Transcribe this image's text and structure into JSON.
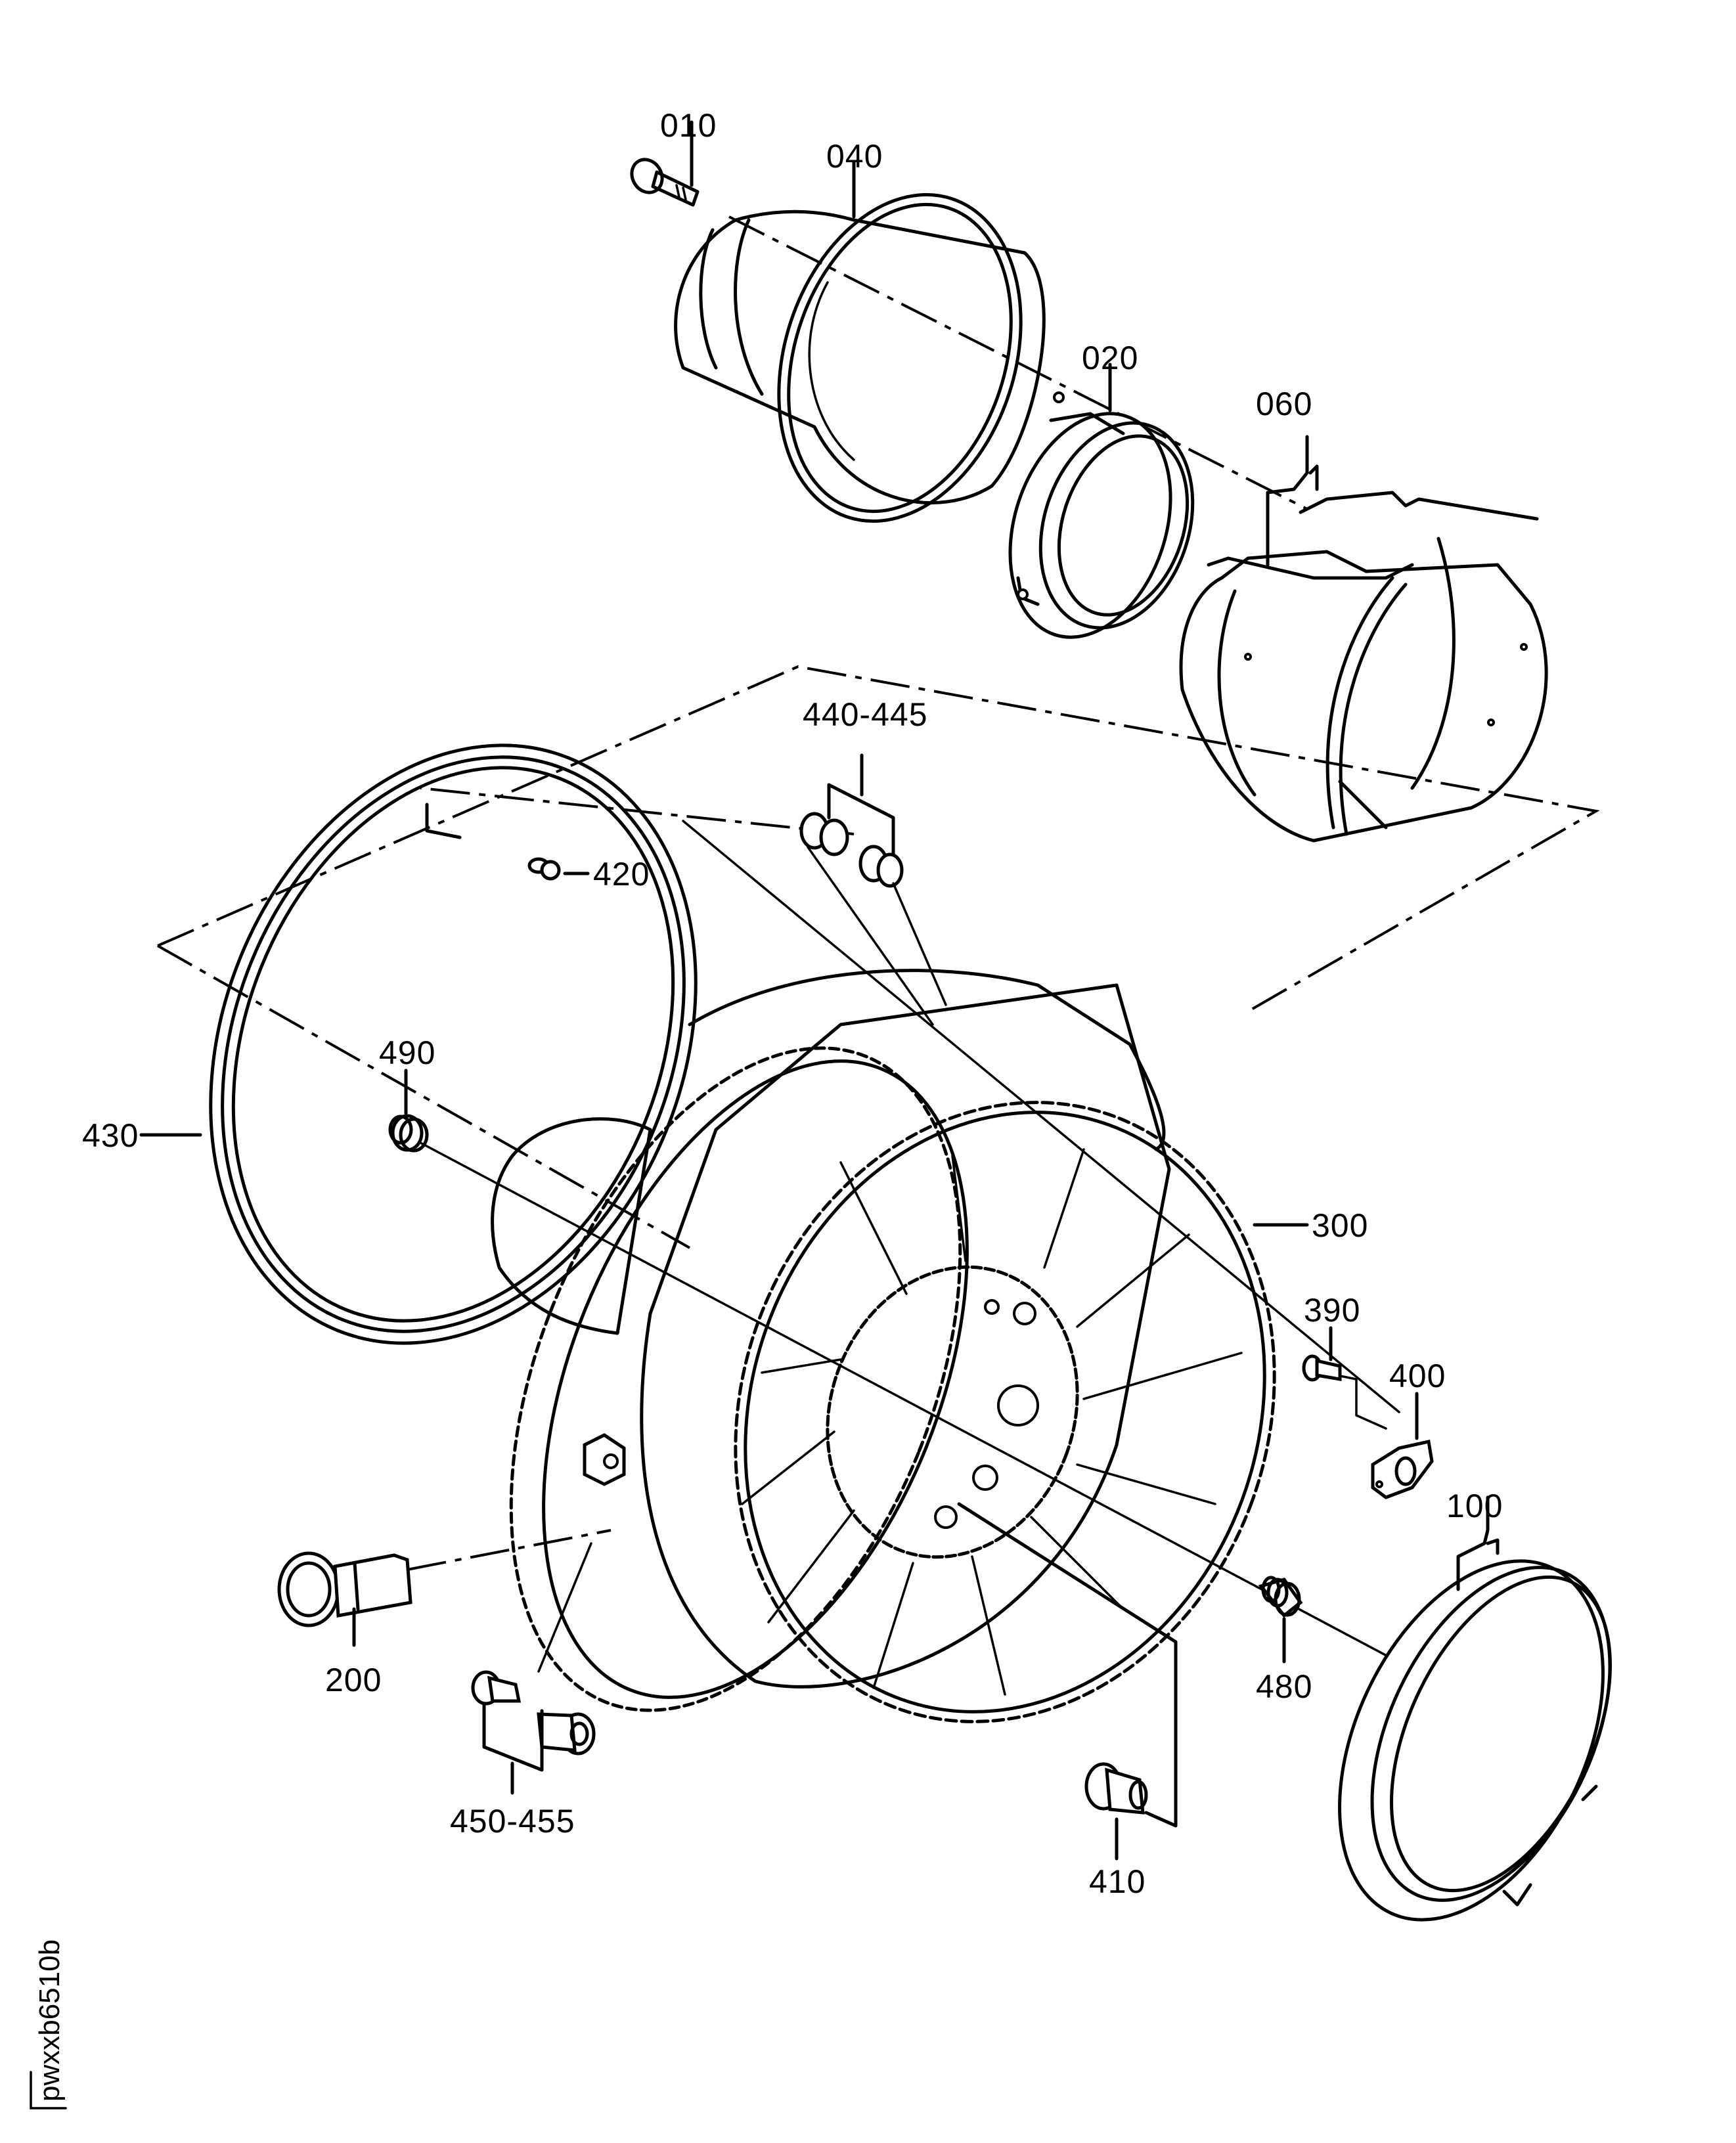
{
  "figure": {
    "id_label": "pwxxb6510b",
    "background_color": "#ffffff",
    "line_color": "#000000"
  },
  "callouts": {
    "c010": "010",
    "c040": "040",
    "c020": "020",
    "c060": "060",
    "c440_445": "440-445",
    "c420": "420",
    "c430": "430",
    "c490": "490",
    "c300": "300",
    "c390": "390",
    "c400": "400",
    "c100": "100",
    "c200": "200",
    "c480": "480",
    "c450_455": "450-455",
    "c410": "410"
  },
  "parts": [
    {
      "callout": "010",
      "depiction": "bolt"
    },
    {
      "callout": "040",
      "depiction": "conical duct"
    },
    {
      "callout": "020",
      "depiction": "flanged ring"
    },
    {
      "callout": "060",
      "depiction": "split shroud / cylindrical cover"
    },
    {
      "callout": "440-445",
      "depiction": "pair of fittings"
    },
    {
      "callout": "420",
      "depiction": "pin"
    },
    {
      "callout": "430",
      "depiction": "large seal ring"
    },
    {
      "callout": "490",
      "depiction": "threaded insert"
    },
    {
      "callout": "300",
      "depiction": "main case with strut frame"
    },
    {
      "callout": "390",
      "depiction": "bolt"
    },
    {
      "callout": "400",
      "depiction": "bracket"
    },
    {
      "callout": "100",
      "depiction": "rear flange ring"
    },
    {
      "callout": "200",
      "depiction": "tube fitting"
    },
    {
      "callout": "480",
      "depiction": "threaded insert"
    },
    {
      "callout": "450-455",
      "depiction": "pair of bushings"
    },
    {
      "callout": "410",
      "depiction": "plug"
    }
  ]
}
